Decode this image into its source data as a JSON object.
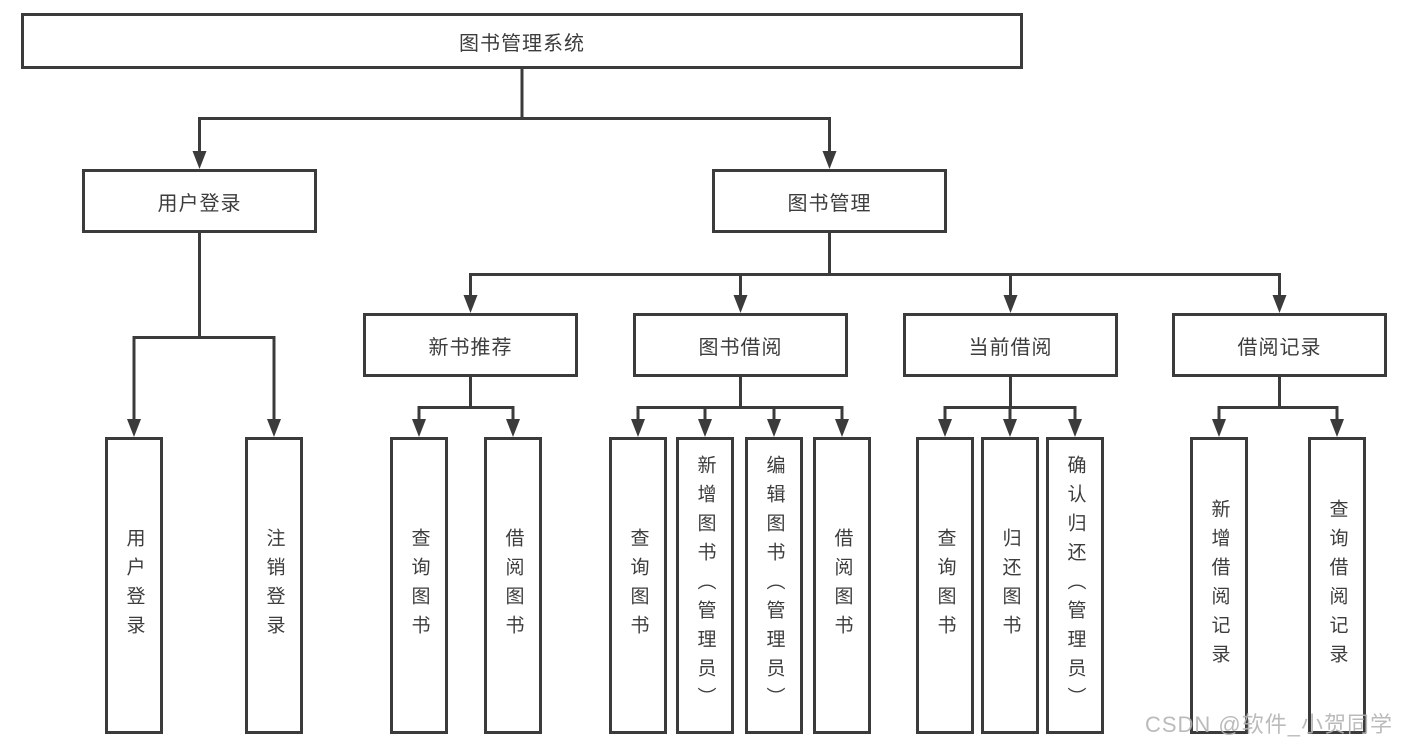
{
  "diagram_type": "hierarchy-tree",
  "colors": {
    "line": "#3b3b3b",
    "text": "#3d3d3d",
    "box_bg": "#ffffff",
    "page_bg": "#ffffff",
    "watermark": "#b4b4b4"
  },
  "tree": {
    "label": "图书管理系统",
    "children": [
      {
        "label": "用户登录",
        "children": [
          {
            "label": "用户登录"
          },
          {
            "label": "注销登录"
          }
        ]
      },
      {
        "label": "图书管理",
        "children": [
          {
            "label": "新书推荐",
            "children": [
              {
                "label": "查询图书"
              },
              {
                "label": "借阅图书"
              }
            ]
          },
          {
            "label": "图书借阅",
            "children": [
              {
                "label": "查询图书"
              },
              {
                "label": "新增图书（管理员）"
              },
              {
                "label": "编辑图书（管理员）"
              },
              {
                "label": "借阅图书"
              }
            ]
          },
          {
            "label": "当前借阅",
            "children": [
              {
                "label": "查询图书"
              },
              {
                "label": "归还图书"
              },
              {
                "label": "确认归还（管理员）"
              }
            ]
          },
          {
            "label": "借阅记录",
            "children": [
              {
                "label": "新增借阅记录"
              },
              {
                "label": "查询借阅记录"
              }
            ]
          }
        ]
      }
    ]
  },
  "watermark": {
    "text": "CSDN @软件_小贺同学"
  }
}
